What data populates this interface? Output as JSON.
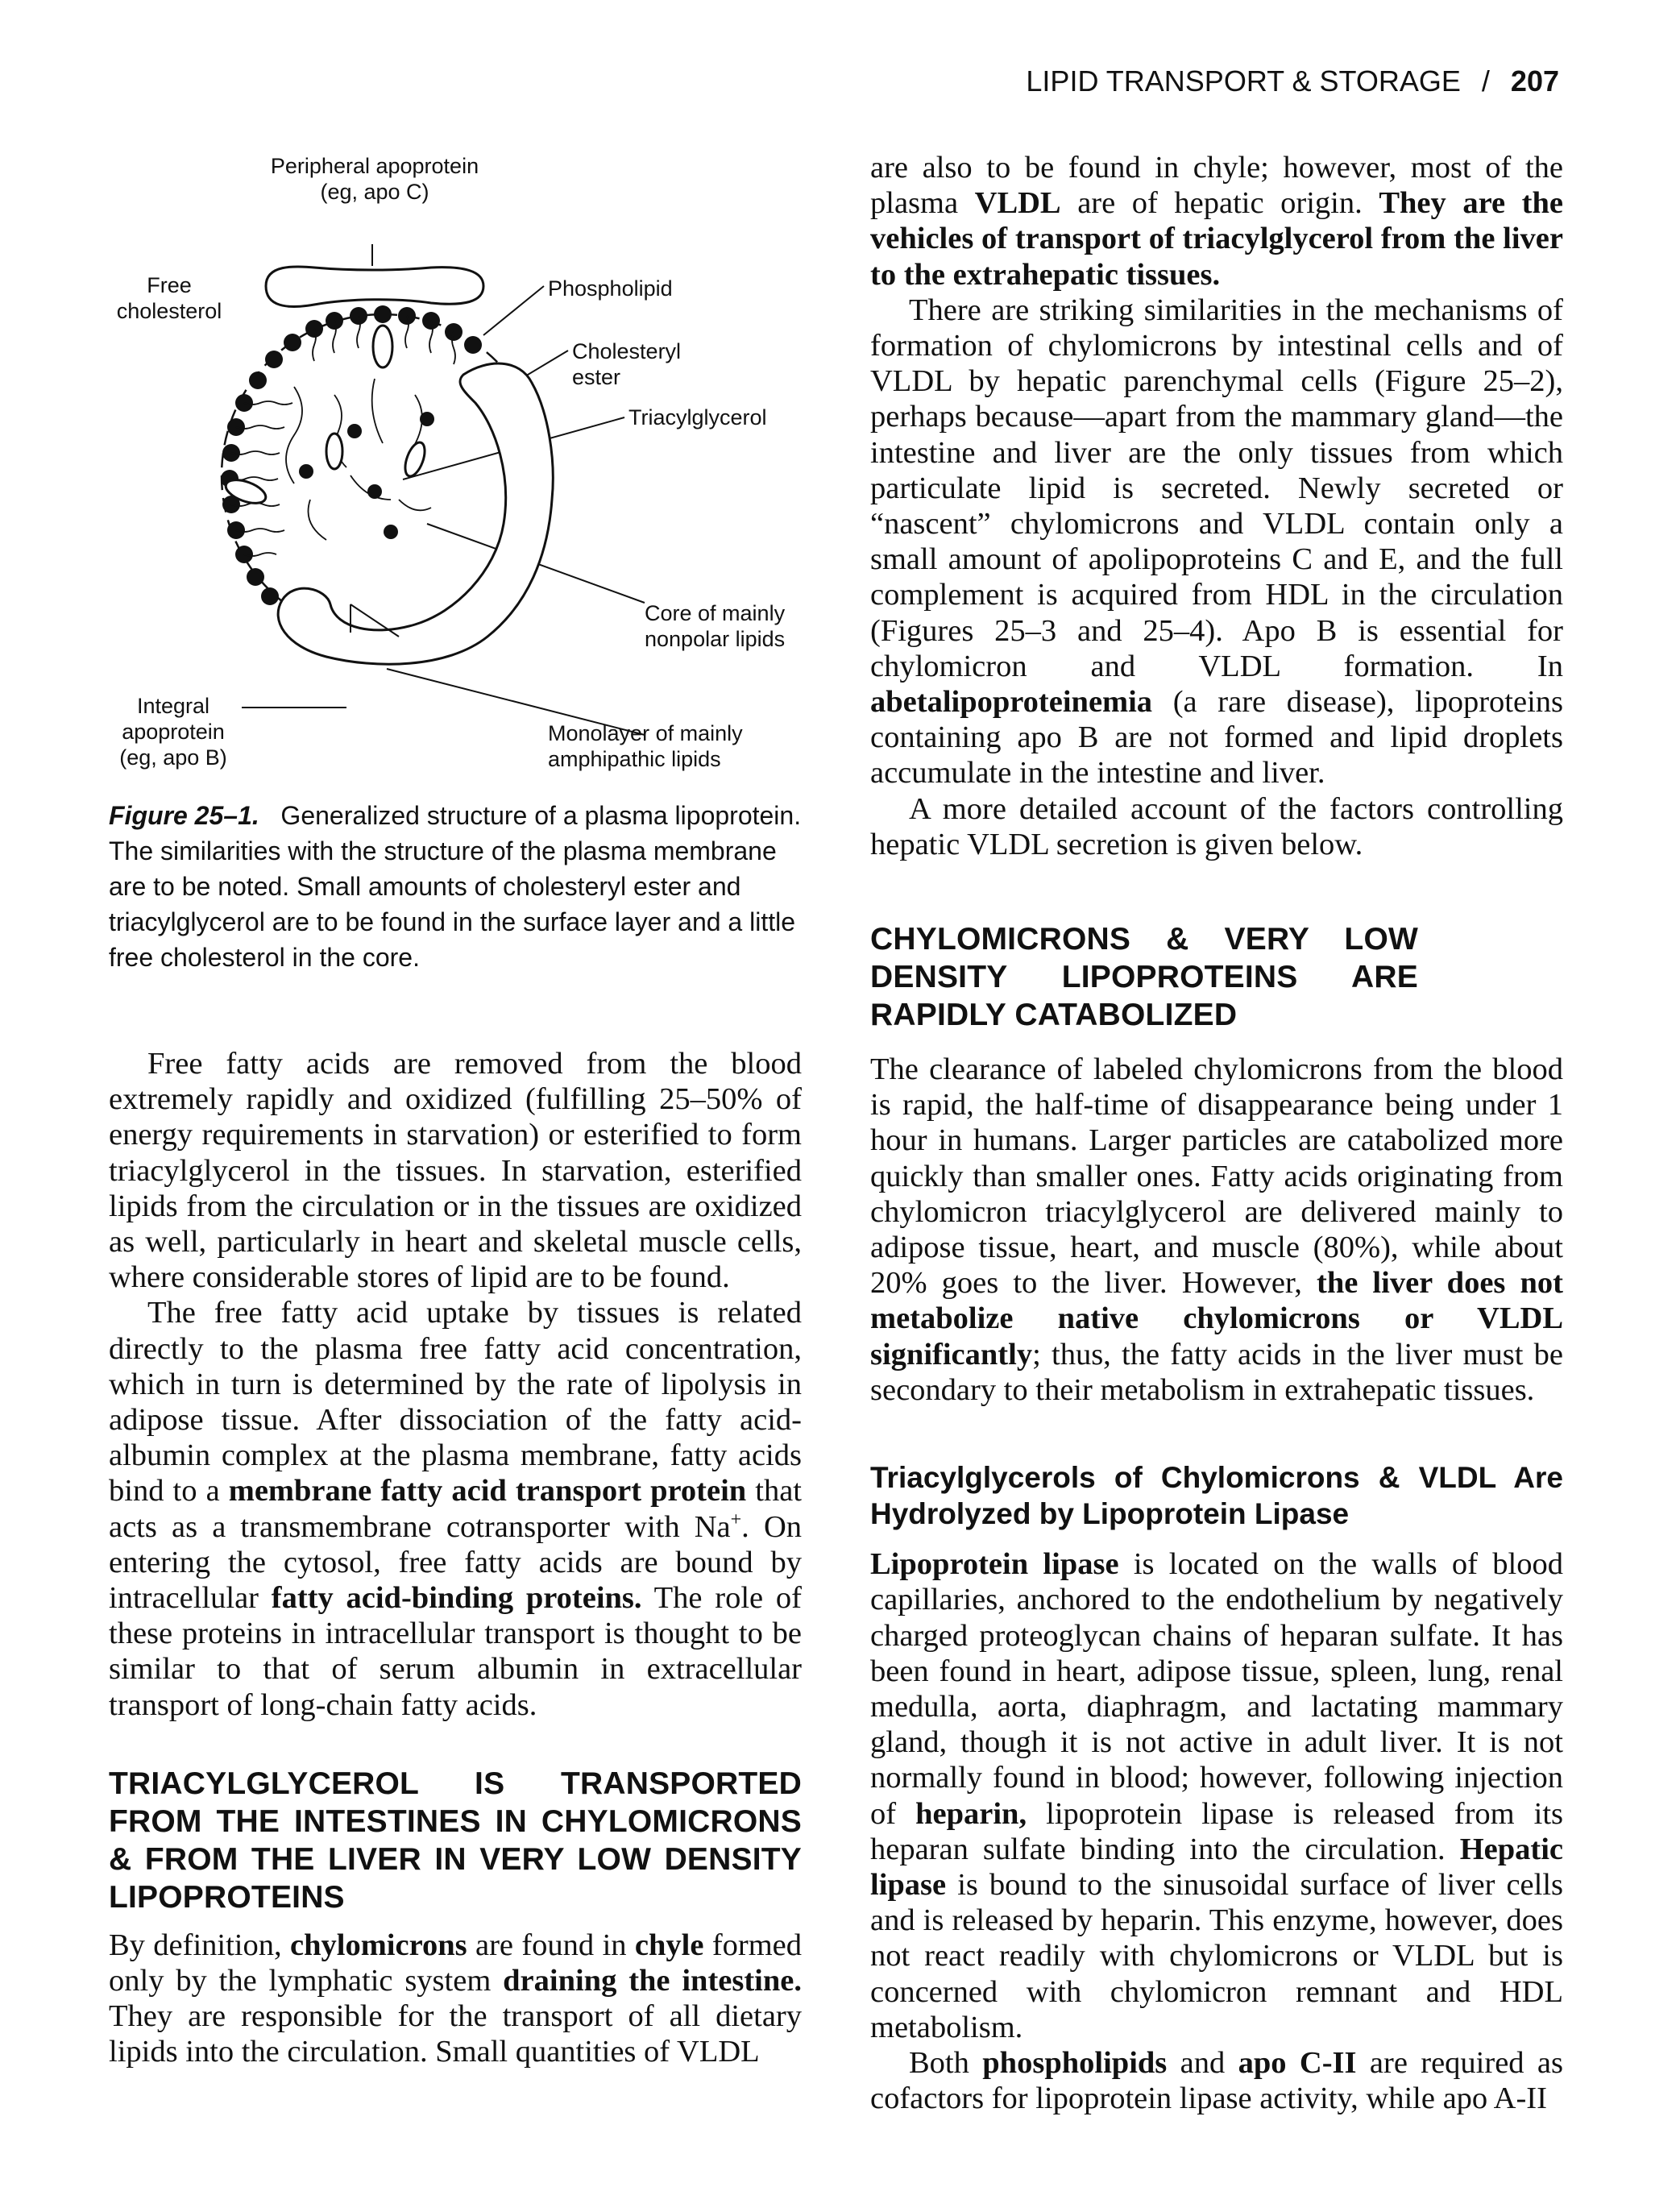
{
  "running_head": {
    "title": "LIPID TRANSPORT & STORAGE",
    "separator": "/",
    "page_number": "207"
  },
  "figure": {
    "labels": {
      "peripheral_1": "Peripheral apoprotein",
      "peripheral_2": "(eg, apo C)",
      "free_chol_1": "Free",
      "free_chol_2": "cholesterol",
      "phospholipid": "Phospholipid",
      "chol_ester_1": "Cholesteryl",
      "chol_ester_2": "ester",
      "triacylglycerol": "Triacylglycerol",
      "core_1": "Core of mainly",
      "core_2": "nonpolar lipids",
      "integral_1": "Integral",
      "integral_2": "apoprotein",
      "integral_3": "(eg, apo B)",
      "monolayer_1": "Monolayer of mainly",
      "monolayer_2": "amphipathic lipids"
    },
    "caption_label": "Figure 25–1.",
    "caption_text": "Generalized structure of a plasma lipoprotein. The similarities with the structure of the plasma membrane are to be noted. Small amounts of cholesteryl ester and triacylglycerol are to be found in the surface layer and a little free cholesterol in the core."
  },
  "left_column": {
    "p1": "Free fatty acids are removed from the blood extremely rapidly and oxidized (fulfilling 25–50% of energy requirements in starvation) or esterified to form triacylglycerol in the tissues. In starvation, esterified lipids from the circulation or in the tissues are oxidized as well, particularly in heart and skeletal muscle cells, where considerable stores of lipid are to be found.",
    "p2_a": "The free fatty acid uptake by tissues is related directly to the plasma free fatty acid concentration, which in turn is determined by the rate of lipolysis in adipose tissue. After dissociation of the fatty acid-albumin complex at the plasma membrane, fatty acids bind to a ",
    "p2_b1": "membrane fatty acid transport protein",
    "p2_c": " that acts as a transmembrane cotransporter with Na",
    "p2_sup": "+",
    "p2_d": ". On entering the cytosol, free fatty acids are bound by intracellular ",
    "p2_b2": "fatty acid-binding proteins.",
    "p2_e": " The role of these proteins in intracellular transport is thought to be similar to that of serum albumin in extracellular transport of long-chain fatty acids.",
    "heading": "TRIACYLGLYCEROL IS TRANSPORTED FROM THE INTESTINES IN CHYLOMICRONS & FROM THE LIVER IN VERY LOW DENSITY LIPOPROTEINS",
    "p3_a": "By definition, ",
    "p3_b1": "chylomicrons",
    "p3_c": " are found in ",
    "p3_b2": "chyle",
    "p3_d": " formed only by the lymphatic system ",
    "p3_b3": "draining the intestine.",
    "p3_e": " They are responsible for the transport of all dietary lipids into the circulation. Small quantities of VLDL"
  },
  "right_column": {
    "p1_a": "are also to be found in chyle; however, most of the plasma ",
    "p1_b1": "VLDL",
    "p1_c": " are of hepatic origin. ",
    "p1_b2": "They are the vehicles of transport of triacylglycerol from the liver to the extrahepatic tissues.",
    "p2": "There are striking similarities in the mechanisms of formation of chylomicrons by intestinal cells and of VLDL by hepatic parenchymal cells (Figure 25–2), perhaps because—apart from the mammary gland—the intestine and liver are the only tissues from which particulate lipid is secreted. Newly secreted or “nascent” chylomicrons and VLDL contain only a small amount of apolipoproteins C and E, and the full complement is acquired from HDL in the circulation (Figures 25–3 and 25–4). Apo B is essential for chylomicron and VLDL formation. In ",
    "p2_b": "abetalipoproteinemia",
    "p2_c": " (a rare disease), lipoproteins containing apo B are not formed and lipid droplets accumulate in the intestine and liver.",
    "p3": "A more detailed account of the factors controlling hepatic VLDL secretion is given below.",
    "heading1": "CHYLOMICRONS & VERY LOW DENSITY LIPOPROTEINS ARE RAPIDLY CATABOLIZED",
    "p4_a": "The clearance of labeled chylomicrons from the blood is rapid, the half-time of disappearance being under 1 hour in humans. Larger particles are catabolized more quickly than smaller ones. Fatty acids originating from chylomicron triacylglycerol are delivered mainly to adipose tissue, heart, and muscle (80%), while about 20% goes to the liver. However, ",
    "p4_b": "the liver does not metabolize native chylomicrons or VLDL significantly",
    "p4_c": "; thus, the fatty acids in the liver must be secondary to their metabolism in extrahepatic tissues.",
    "heading2": "Triacylglycerols of Chylomicrons & VLDL Are Hydrolyzed by Lipoprotein Lipase",
    "p5_b1": "Lipoprotein lipase",
    "p5_a": " is located on the walls of blood capillaries, anchored to the endothelium by negatively charged proteoglycan chains of heparan sulfate. It has been found in heart, adipose tissue, spleen, lung, renal medulla, aorta, diaphragm, and lactating mammary gland, though it is not active in adult liver. It is not normally found in blood; however, following injection of ",
    "p5_b2": "heparin,",
    "p5_c": " lipoprotein lipase is released from its heparan sulfate binding into the circulation. ",
    "p5_b3": "Hepatic lipase",
    "p5_d": " is bound to the sinusoidal surface of liver cells and is released by heparin. This enzyme, however, does not react readily with chylomicrons or VLDL but is concerned with chylomicron remnant and HDL metabolism.",
    "p6_a": "Both ",
    "p6_b1": "phospholipids",
    "p6_c": " and ",
    "p6_b2": "apo C-II",
    "p6_d": " are required as cofactors for lipoprotein lipase activity, while apo A-II"
  }
}
